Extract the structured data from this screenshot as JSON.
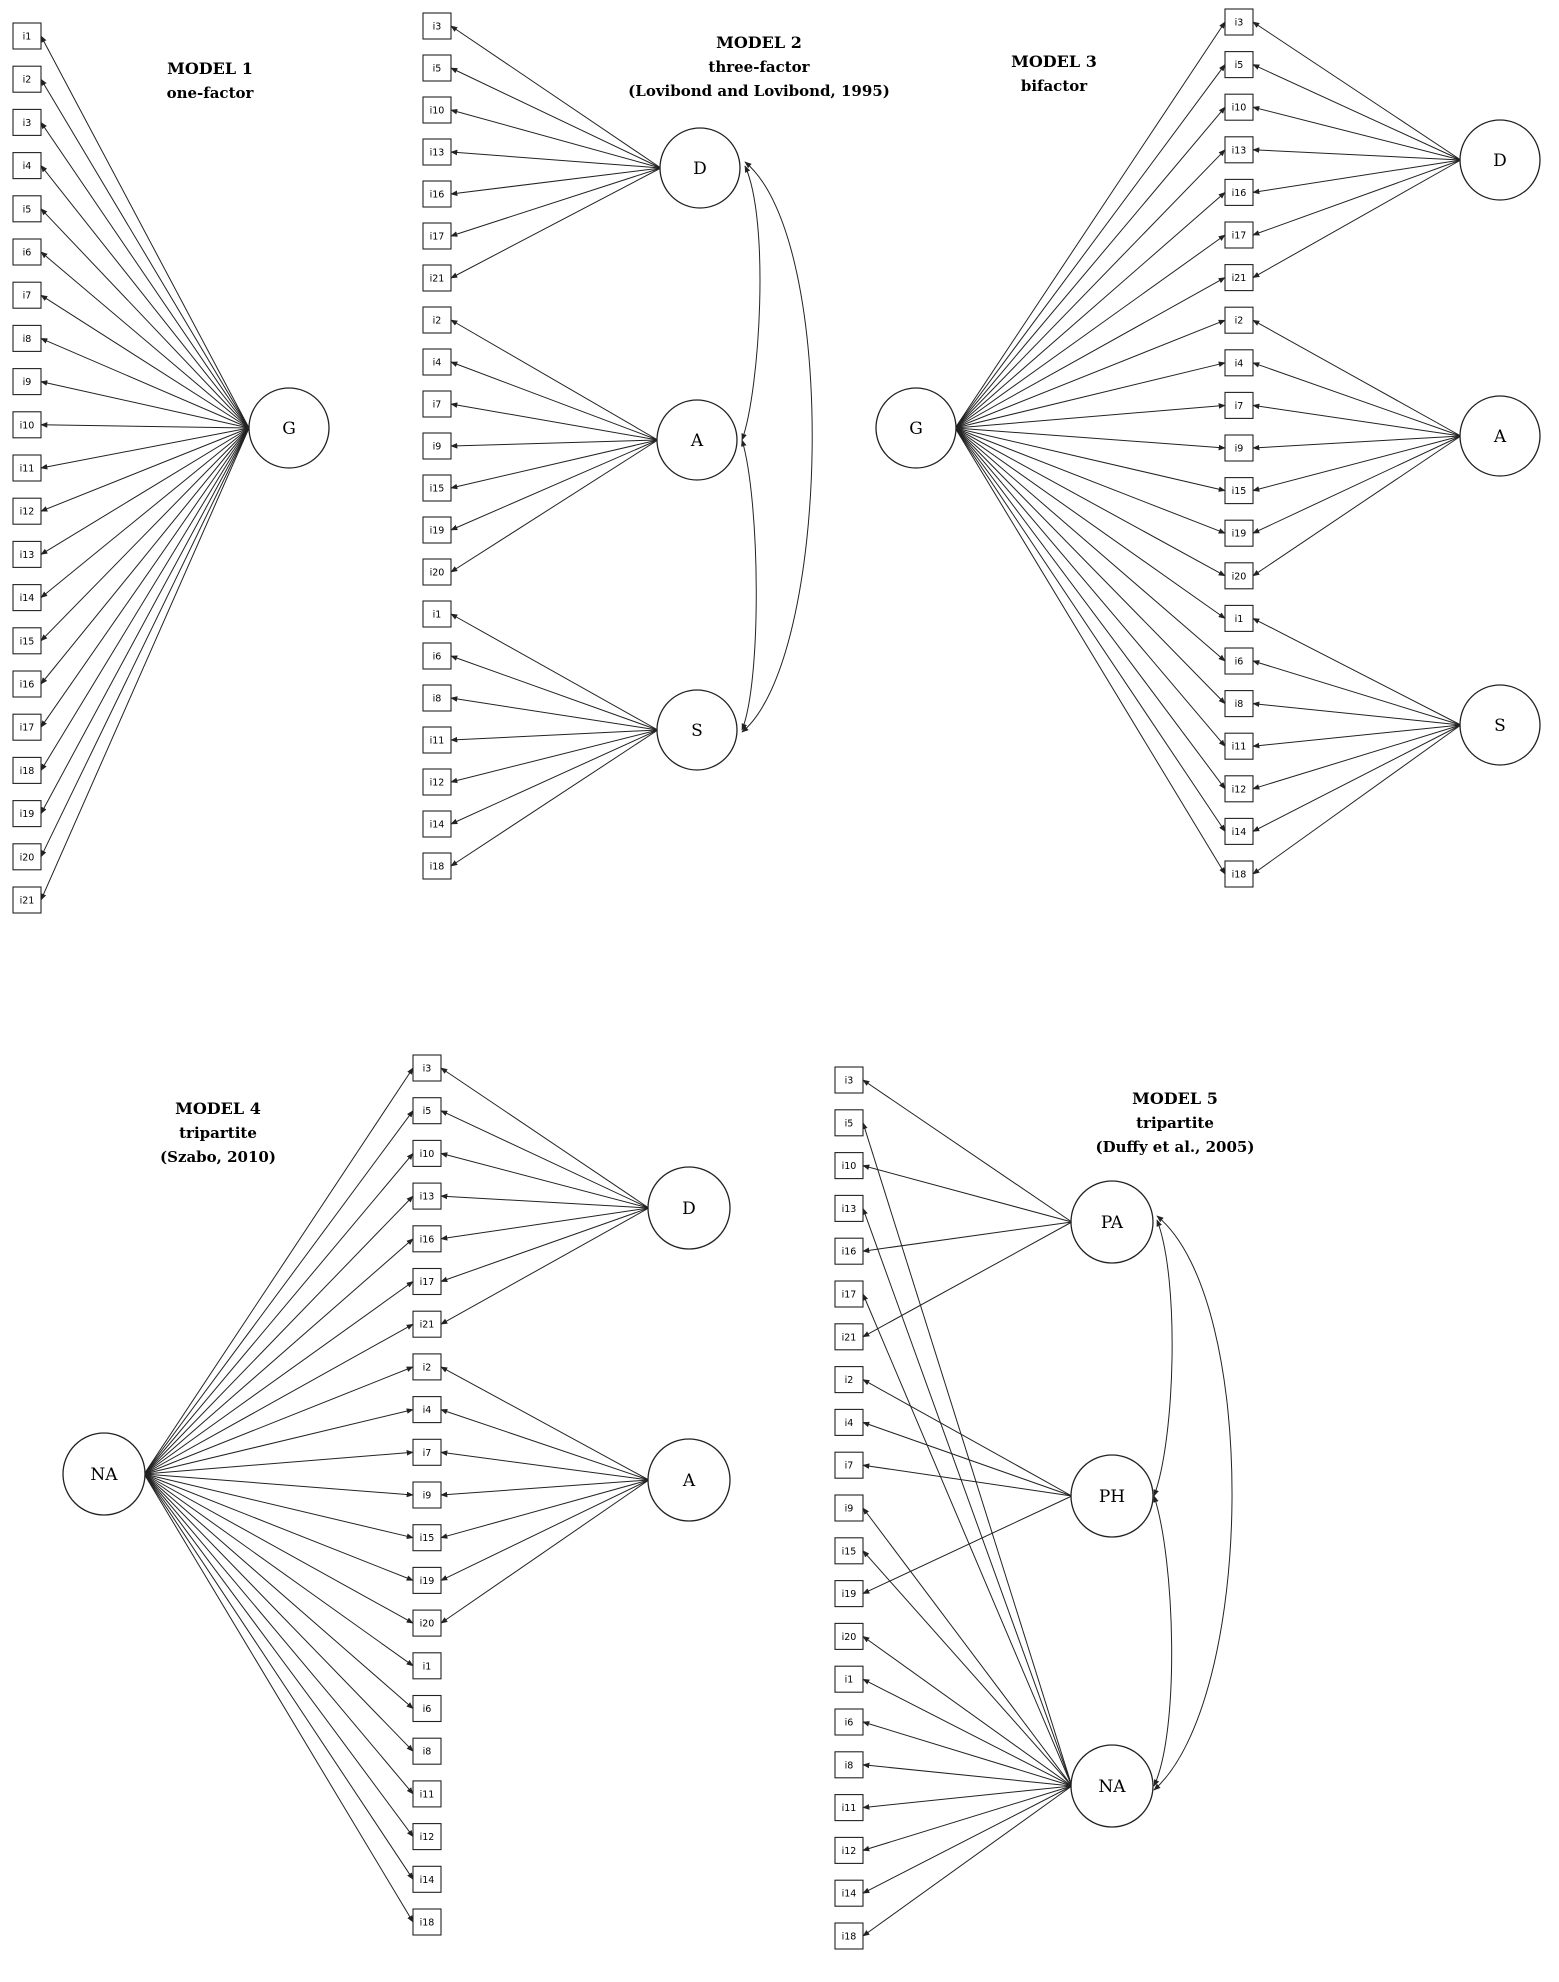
{
  "models": [
    {
      "id": "model1",
      "title": "MODEL 1",
      "subtitle_lines": [
        "one-factor"
      ],
      "factors": [
        {
          "name": "G",
          "items": [
            "i1",
            "i2",
            "i3",
            "i4",
            "i5",
            "i6",
            "i7",
            "i8",
            "i9",
            "i10",
            "i11",
            "i12",
            "i13",
            "i14",
            "i15",
            "i16",
            "i17",
            "i18",
            "i19",
            "i20",
            "i21"
          ]
        }
      ],
      "covariances": []
    },
    {
      "id": "model2",
      "title": "MODEL 2",
      "subtitle_lines": [
        "three-factor",
        "(Lovibond and Lovibond, 1995)"
      ],
      "factors": [
        {
          "name": "D",
          "items": [
            "i3",
            "i5",
            "i10",
            "i13",
            "i16",
            "i17",
            "i21"
          ]
        },
        {
          "name": "A",
          "items": [
            "i2",
            "i4",
            "i7",
            "i9",
            "i15",
            "i19",
            "i20"
          ]
        },
        {
          "name": "S",
          "items": [
            "i1",
            "i6",
            "i8",
            "i11",
            "i12",
            "i14",
            "i18"
          ]
        }
      ],
      "covariances": [
        [
          "D",
          "A"
        ],
        [
          "A",
          "S"
        ],
        [
          "D",
          "S"
        ]
      ]
    },
    {
      "id": "model3",
      "title": "MODEL 3",
      "subtitle_lines": [
        "bifactor"
      ],
      "general_factor": "G",
      "factors": [
        {
          "name": "D",
          "items": [
            "i3",
            "i5",
            "i10",
            "i13",
            "i16",
            "i17",
            "i21"
          ]
        },
        {
          "name": "A",
          "items": [
            "i2",
            "i4",
            "i7",
            "i9",
            "i15",
            "i19",
            "i20"
          ]
        },
        {
          "name": "S",
          "items": [
            "i1",
            "i6",
            "i8",
            "i11",
            "i12",
            "i14",
            "i18"
          ]
        }
      ],
      "covariances": []
    },
    {
      "id": "model4",
      "title": "MODEL 4",
      "subtitle_lines": [
        "tripartite",
        "(Szabo, 2010)"
      ],
      "general_factor": "NA",
      "factors": [
        {
          "name": "D",
          "items": [
            "i3",
            "i5",
            "i10",
            "i13",
            "i16",
            "i17",
            "i21"
          ]
        },
        {
          "name": "A",
          "items": [
            "i2",
            "i4",
            "i7",
            "i9",
            "i15",
            "i19",
            "i20"
          ]
        }
      ],
      "extra_items": [
        "i1",
        "i6",
        "i8",
        "i11",
        "i12",
        "i14",
        "i18"
      ],
      "covariances": []
    },
    {
      "id": "model5",
      "title": "MODEL 5",
      "subtitle_lines": [
        "tripartite",
        "(Duffy et al., 2005)"
      ],
      "items": [
        "i3",
        "i5",
        "i10",
        "i13",
        "i16",
        "i17",
        "i21",
        "i2",
        "i4",
        "i7",
        "i9",
        "i15",
        "i19",
        "i20",
        "i1",
        "i6",
        "i8",
        "i11",
        "i12",
        "i14",
        "i18"
      ],
      "factors": [
        {
          "name": "PA",
          "items": [
            "i3",
            "i10",
            "i16",
            "i21"
          ]
        },
        {
          "name": "PH",
          "items": [
            "i2",
            "i4",
            "i7",
            "i19"
          ]
        },
        {
          "name": "NA",
          "items": [
            "i5",
            "i13",
            "i17",
            "i9",
            "i15",
            "i20",
            "i1",
            "i6",
            "i8",
            "i11",
            "i12",
            "i14",
            "i18"
          ]
        }
      ],
      "covariances": [
        [
          "PA",
          "PH"
        ],
        [
          "PH",
          "NA"
        ],
        [
          "PA",
          "NA"
        ]
      ]
    }
  ],
  "colors": {
    "stroke": "#222222",
    "background": "#ffffff"
  }
}
